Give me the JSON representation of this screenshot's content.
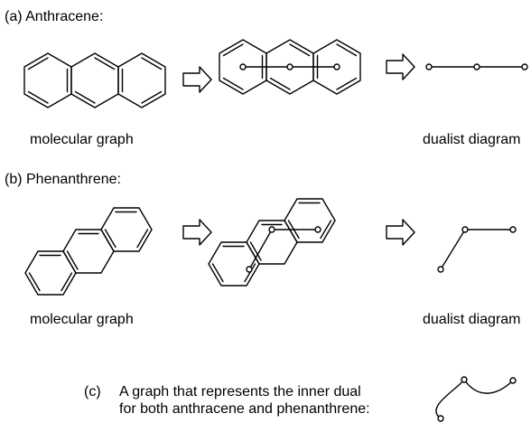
{
  "section_a": {
    "title": "(a) Anthracene:",
    "molecular_caption": "molecular graph",
    "dualist_caption": "dualist diagram"
  },
  "section_b": {
    "title": "(b) Phenanthrene:",
    "molecular_caption": "molecular graph",
    "dualist_caption": "dualist diagram"
  },
  "section_c": {
    "marker": "(c)",
    "text_line1": "A graph that represents the inner dual",
    "text_line2": "for both anthracene and phenanthrene:"
  }
}
